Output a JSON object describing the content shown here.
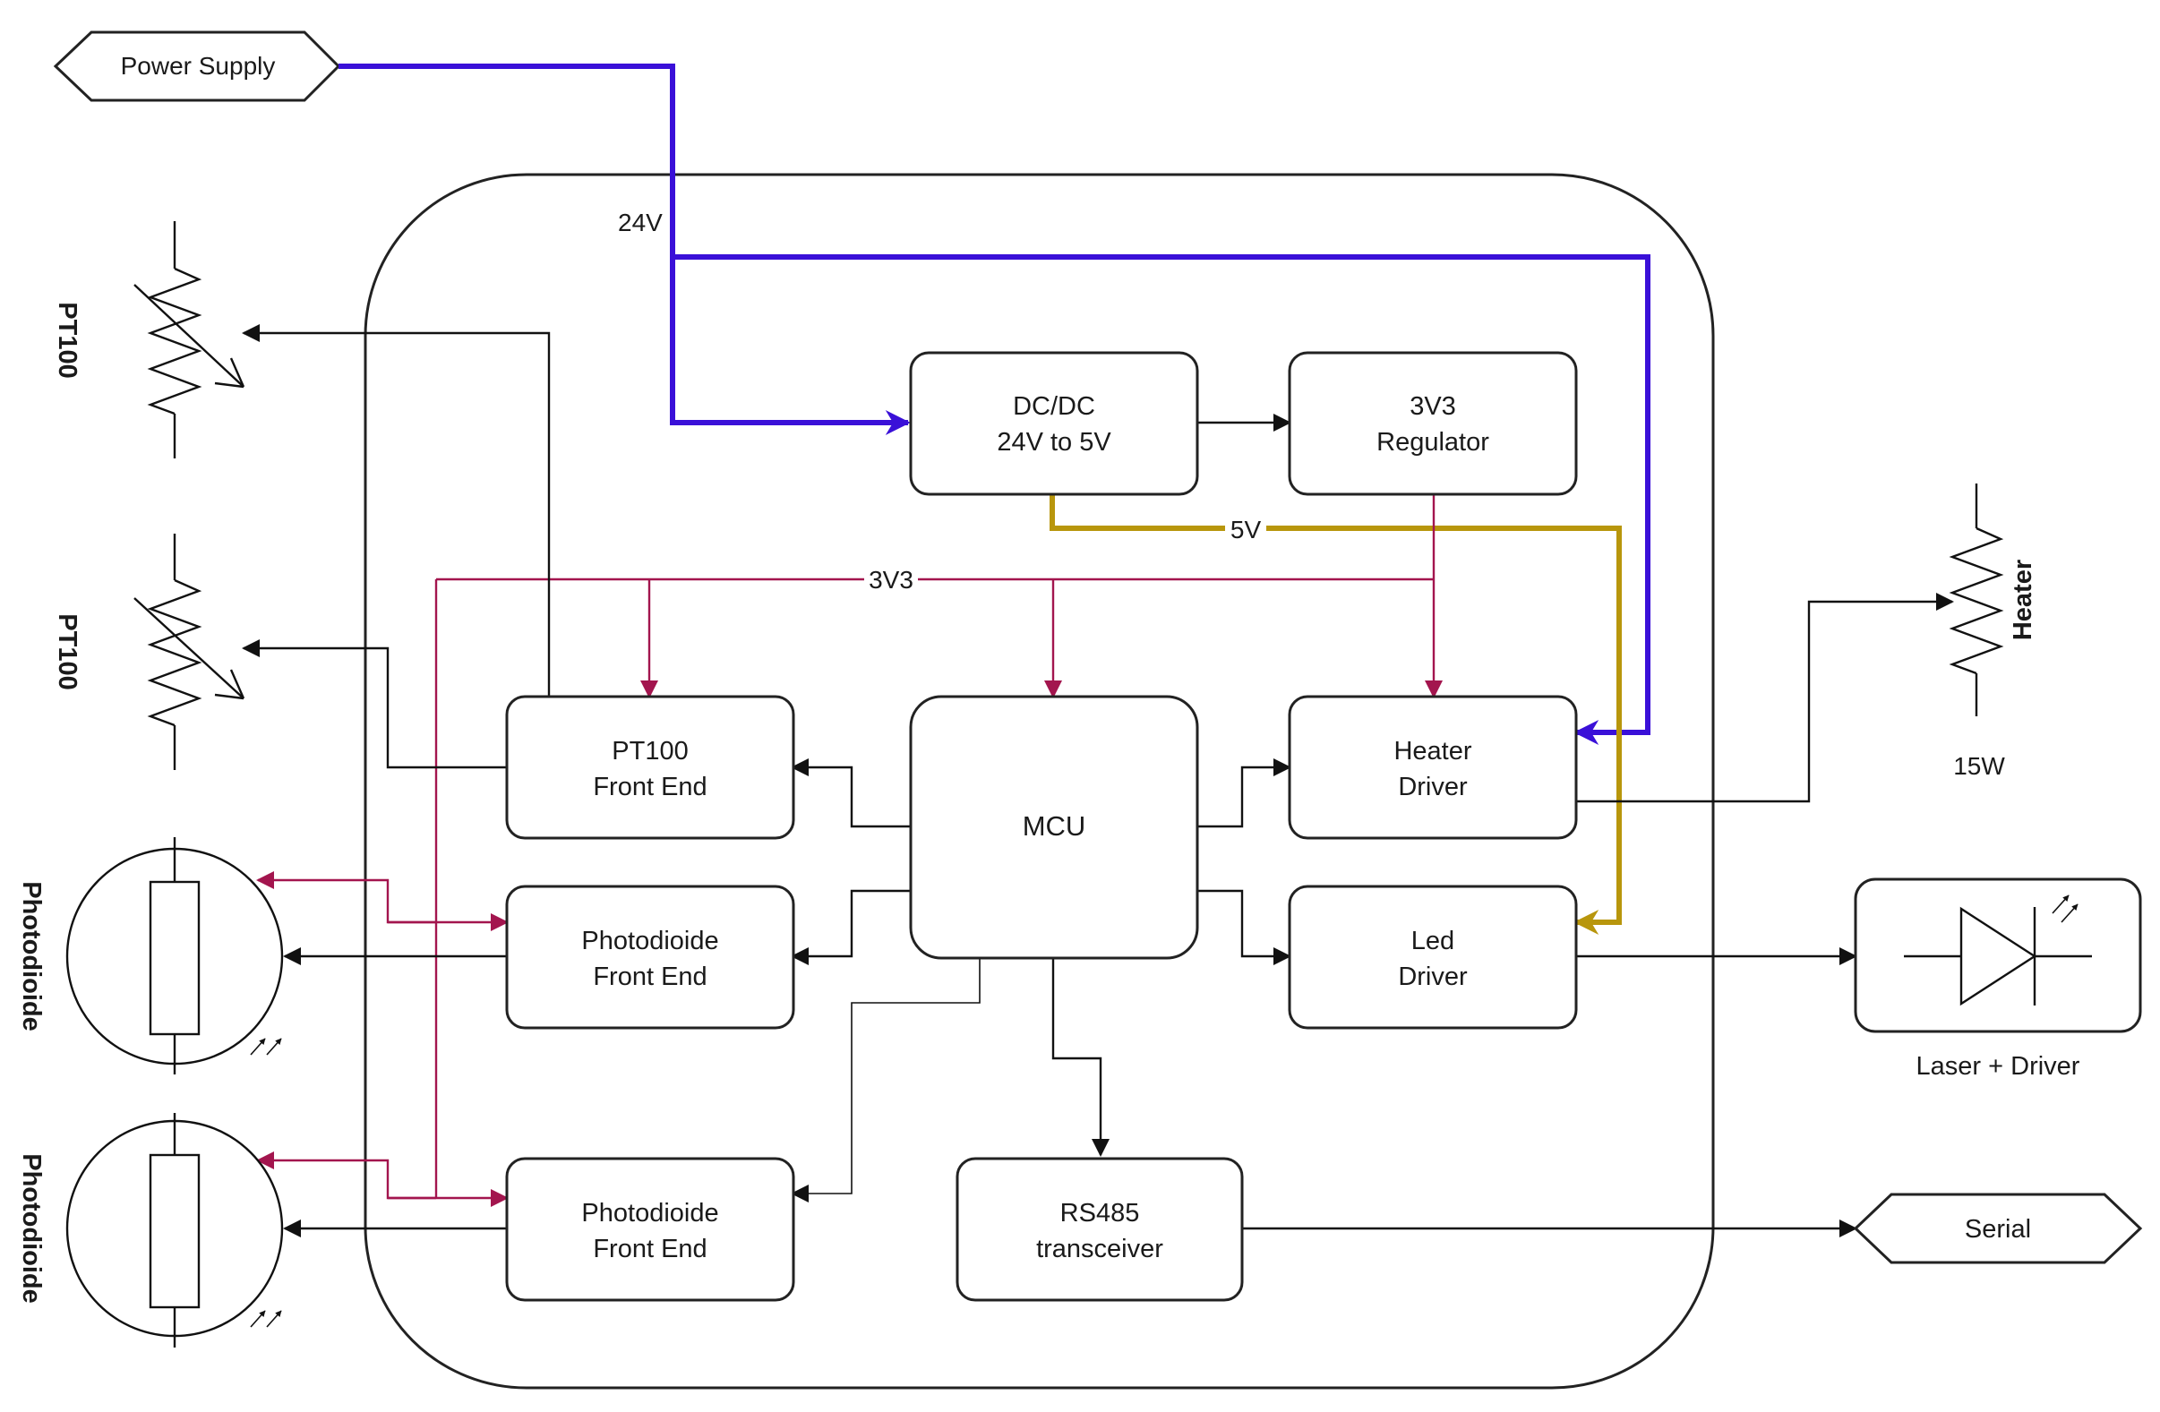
{
  "ports": {
    "power_supply": "Power Supply",
    "serial": "Serial"
  },
  "blocks": {
    "dcdc_line1": "DC/DC",
    "dcdc_line2": "24V to 5V",
    "regulator_line1": "3V3",
    "regulator_line2": "Regulator",
    "mcu": "MCU",
    "pt100_fe_line1": "PT100",
    "pt100_fe_line2": "Front End",
    "heater_drv_line1": "Heater",
    "heater_drv_line2": "Driver",
    "led_drv_line1": "Led",
    "led_drv_line2": "Driver",
    "pd_fe1_line1": "Photodioide",
    "pd_fe1_line2": "Front End",
    "pd_fe2_line1": "Photodioide",
    "pd_fe2_line2": "Front End",
    "rs485_line1": "RS485",
    "rs485_line2": "transceiver"
  },
  "rails": {
    "v24": "24V",
    "v5": "5V",
    "v3v3": "3V3"
  },
  "components": {
    "pt100_1": "PT100",
    "pt100_2": "PT100",
    "photodiode_1": "Photodioide",
    "photodiode_2": "Photodioide",
    "heater": "Heater",
    "heater_power": "15W",
    "laser": "Laser + Driver"
  },
  "colors": {
    "rail_24v": "#3a10d8",
    "rail_5v": "#b8960c",
    "rail_3v3": "#a3154e",
    "line": "#111111"
  }
}
